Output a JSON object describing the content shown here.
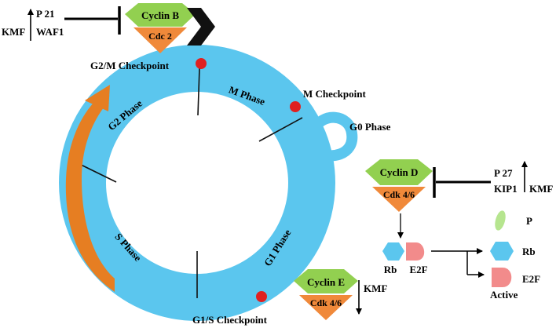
{
  "colors": {
    "ring": "#5bc6ee",
    "hex_green": "#92d050",
    "hex_orange": "#f0893a",
    "checkpoint_red": "#e02020",
    "arrow_orange": "#e67e22",
    "rb_blue": "#5bc6ee",
    "e2f_pink": "#f28b8b",
    "p_green": "#b6e58f",
    "chevron": "#111111"
  },
  "phases": {
    "m": "M Phase",
    "g1": "G1 Phase",
    "s": "S Phase",
    "g2": "G2 Phase",
    "g0": "G0 Phase"
  },
  "checkpoints": {
    "g2m": "G2/M Checkpoint",
    "m": "M Checkpoint",
    "g1s": "G1/S Checkpoint"
  },
  "complex_b": {
    "cyclin": "Cyclin  B",
    "cdk": "Cdc  2"
  },
  "complex_d": {
    "cyclin": "Cyclin  D",
    "cdk": "Cdk 4/6"
  },
  "complex_e": {
    "cyclin": "Cyclin  E",
    "cdk": "Cdk 4/6"
  },
  "inhibitors": {
    "p21": "P 21",
    "waf1": "WAF1",
    "kmf_top": "KMF",
    "p27": "P 27",
    "kip1": "KIP1",
    "kmf_right": "KMF",
    "kmf_e": "KMF"
  },
  "rb_e2f": {
    "rb": "Rb",
    "e2f": "E2F"
  },
  "legend": {
    "p": "P",
    "rb": "Rb",
    "e2f": "E2F",
    "active": "Active"
  }
}
